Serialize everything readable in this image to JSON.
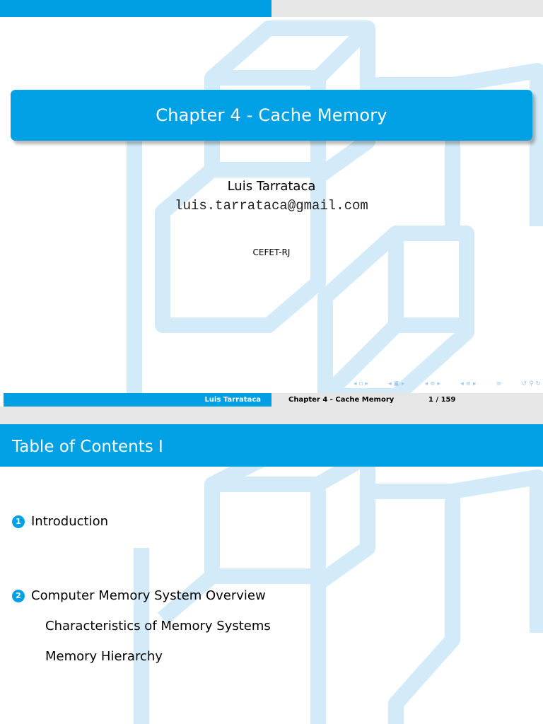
{
  "slide1": {
    "title": "Chapter 4 - Cache Memory",
    "author": "Luis Tarrataca",
    "email": "luis.tarrataca@gmail.com",
    "institute": "CEFET-RJ",
    "footer": {
      "author": "Luis Tarrataca",
      "title": "Chapter 4 - Cache Memory",
      "page": "1 / 159"
    }
  },
  "slide2": {
    "frame_title": "Table of Contents I",
    "sections": [
      {
        "number": "1",
        "label": "Introduction"
      },
      {
        "number": "2",
        "label": "Computer Memory System Overview",
        "subsections": [
          "Characteristics of Memory Systems",
          "Memory Hierarchy"
        ]
      }
    ]
  },
  "colors": {
    "accent": "#00a0e4",
    "footer_gray": "#e6e6e6",
    "background_art": "#cfe8f7"
  }
}
